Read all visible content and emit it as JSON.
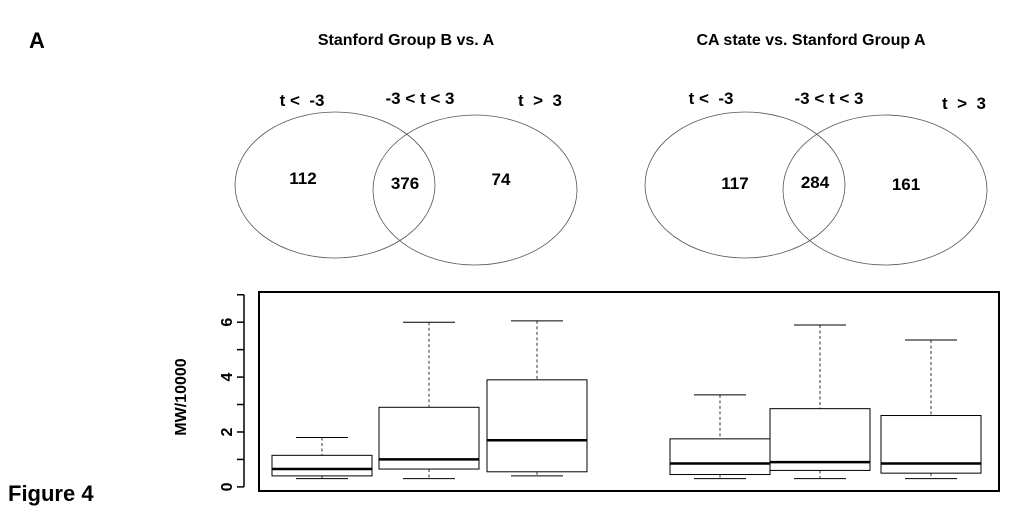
{
  "panel_label": "A",
  "figure_label": "Figure 4",
  "venns": [
    {
      "title": "Stanford Group B vs. A",
      "labels": [
        "t <  -3",
        "-3 < t < 3",
        "t  >  3"
      ],
      "left_count": "112",
      "overlap_count": "376",
      "right_count": "74"
    },
    {
      "title": "CA state vs. Stanford Group A",
      "labels": [
        "t <  -3",
        "-3 < t < 3",
        "t  >  3"
      ],
      "left_count": "117",
      "overlap_count": "284",
      "right_count": "161"
    }
  ],
  "chart_data": {
    "type": "box",
    "ylabel": "MW/10000",
    "ylim": [
      -0.15,
      7.1
    ],
    "yticks": [
      0,
      2,
      4,
      6
    ],
    "yminor_ticks": [
      1,
      3,
      5,
      7
    ],
    "boxes": [
      {
        "whisker_low": 0.3,
        "q1": 0.4,
        "median": 0.65,
        "q3": 1.15,
        "whisker_high": 1.8
      },
      {
        "whisker_low": 0.3,
        "q1": 0.65,
        "median": 1.0,
        "q3": 2.9,
        "whisker_high": 6.0
      },
      {
        "whisker_low": 0.4,
        "q1": 0.55,
        "median": 1.7,
        "q3": 3.9,
        "whisker_high": 6.05
      },
      {
        "whisker_low": 0.3,
        "q1": 0.45,
        "median": 0.85,
        "q3": 1.75,
        "whisker_high": 3.35
      },
      {
        "whisker_low": 0.3,
        "q1": 0.6,
        "median": 0.9,
        "q3": 2.85,
        "whisker_high": 5.9
      },
      {
        "whisker_low": 0.3,
        "q1": 0.5,
        "median": 0.85,
        "q3": 2.6,
        "whisker_high": 5.35
      }
    ]
  }
}
